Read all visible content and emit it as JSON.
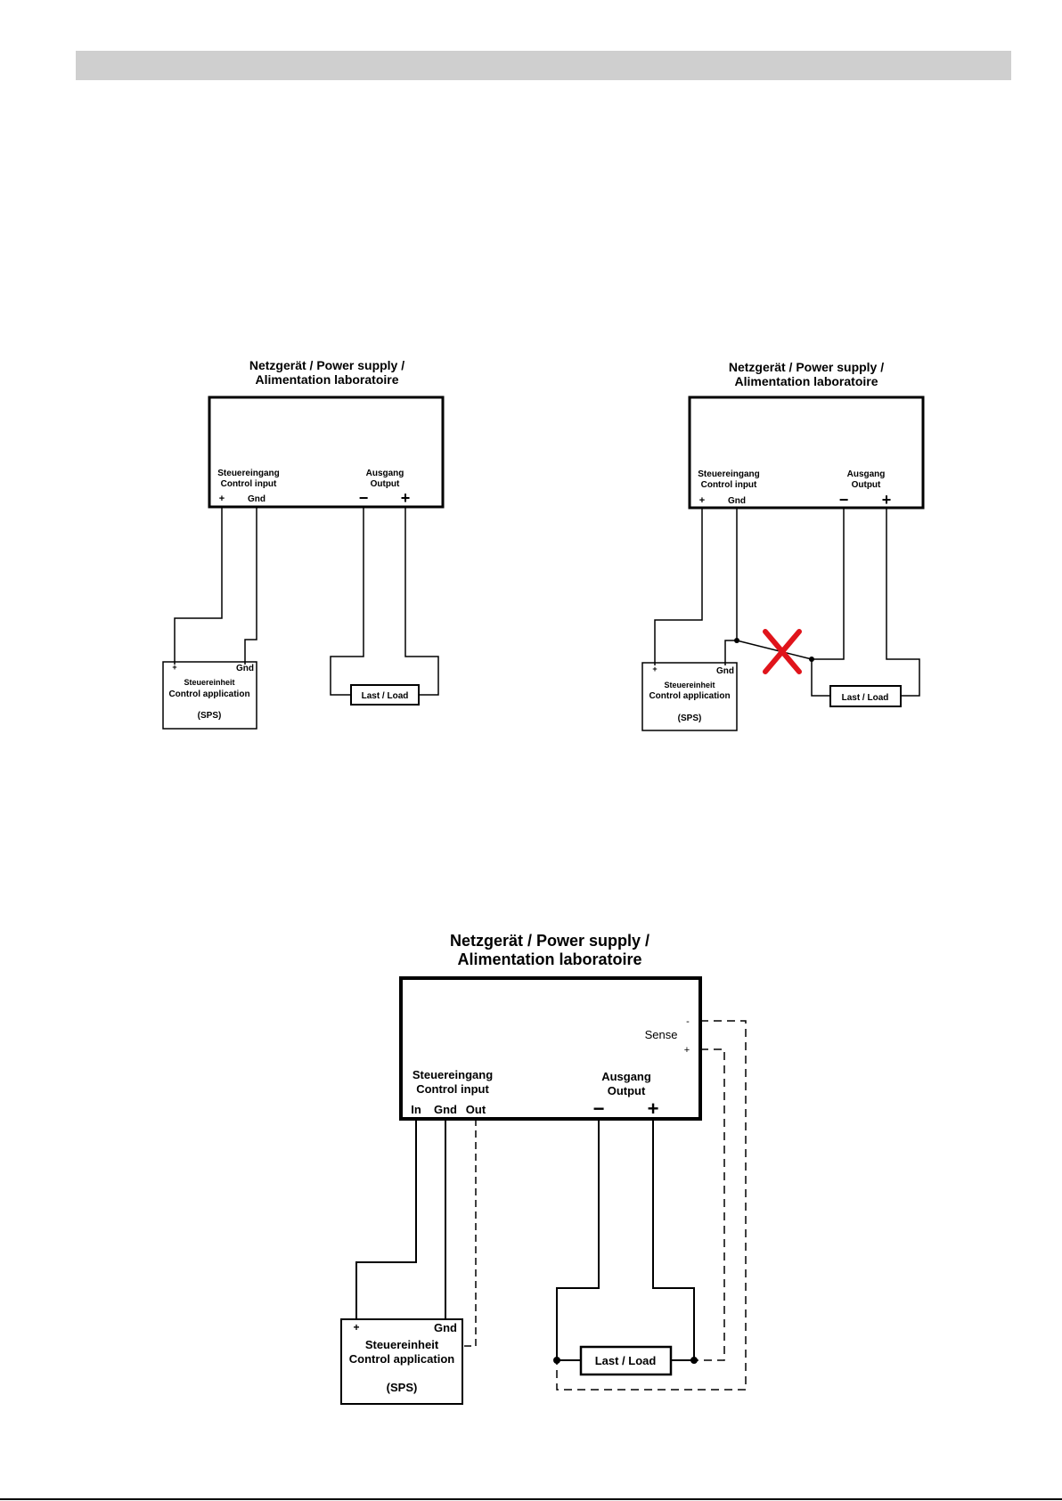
{
  "colors": {
    "header_bar": "#cfcfcf",
    "wire": "#000000",
    "cross": "#e0141b"
  },
  "diagram_left": {
    "title_line1": "Netzgerät / Power supply /",
    "title_line2": "Alimentation laboratoire",
    "control_input_de": "Steuereingang",
    "control_input_en": "Control input",
    "terminal_plus": "+",
    "terminal_gnd": "Gnd",
    "output_de": "Ausgang",
    "output_en": "Output",
    "output_minus": "−",
    "output_plus": "+",
    "app_plus": "+",
    "app_gnd": "Gnd",
    "app_de": "Steuereinheit",
    "app_en": "Control application",
    "app_sps": "(SPS)",
    "load": "Last / Load"
  },
  "diagram_right": {
    "title_line1": "Netzgerät / Power supply /",
    "title_line2": "Alimentation laboratoire",
    "control_input_de": "Steuereingang",
    "control_input_en": "Control input",
    "terminal_plus": "+",
    "terminal_gnd": "Gnd",
    "output_de": "Ausgang",
    "output_en": "Output",
    "output_minus": "−",
    "output_plus": "+",
    "app_plus": "+",
    "app_gnd": "Gnd",
    "app_de": "Steuereinheit",
    "app_en": "Control application",
    "app_sps": "(SPS)",
    "load": "Last / Load"
  },
  "diagram_bottom": {
    "title_line1": "Netzgerät / Power supply /",
    "title_line2": "Alimentation laboratoire",
    "sense_label": "Sense",
    "sense_minus": "-",
    "sense_plus": "+",
    "control_input_de": "Steuereingang",
    "control_input_en": "Control input",
    "terminal_in": "In",
    "terminal_gnd": "Gnd",
    "terminal_out": "Out",
    "output_de": "Ausgang",
    "output_en": "Output",
    "output_minus": "−",
    "output_plus": "+",
    "app_plus": "+",
    "app_gnd": "Gnd",
    "app_de": "Steuereinheit",
    "app_en": "Control application",
    "app_sps": "(SPS)",
    "load": "Last / Load"
  }
}
